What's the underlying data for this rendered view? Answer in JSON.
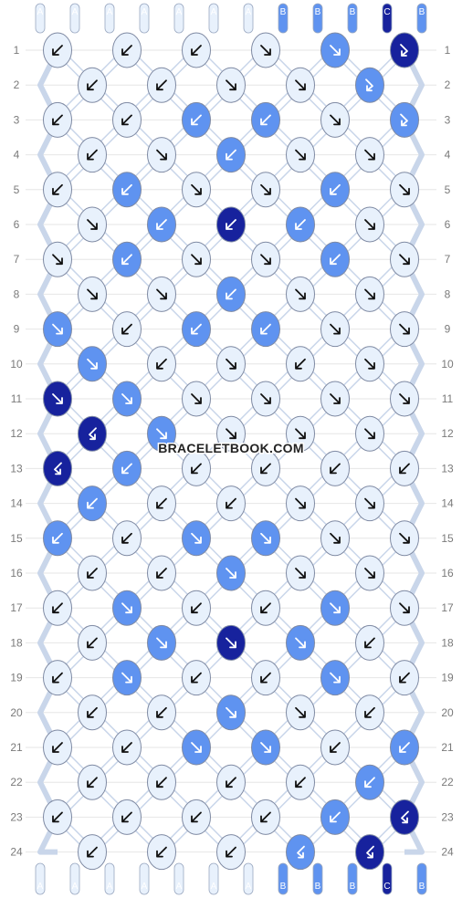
{
  "watermark": "BRACELETBOOK.COM",
  "colors": {
    "A": "#e8f1fc",
    "B": "#5f93f0",
    "C": "#17229d"
  },
  "strands_top": [
    "A",
    "A",
    "A",
    "A",
    "A",
    "A",
    "A",
    "B",
    "B",
    "B",
    "C",
    "B"
  ],
  "strands_bottom": [
    "A",
    "A",
    "A",
    "A",
    "A",
    "A",
    "A",
    "B",
    "B",
    "B",
    "C",
    "B"
  ],
  "row_labels": [
    "1",
    "2",
    "3",
    "4",
    "5",
    "6",
    "7",
    "8",
    "9",
    "10",
    "11",
    "12",
    "13",
    "14",
    "15",
    "16",
    "17",
    "18",
    "19",
    "20",
    "21",
    "22",
    "23",
    "24"
  ],
  "knots": [
    [
      {
        "c": "A",
        "d": "bl"
      },
      {
        "c": "A",
        "d": "bl"
      },
      {
        "c": "A",
        "d": "bl"
      },
      {
        "c": "A",
        "d": "br"
      },
      {
        "c": "B",
        "d": "br"
      },
      {
        "c": "C",
        "d": "fl"
      }
    ],
    [
      {
        "c": "A",
        "d": "bl"
      },
      {
        "c": "A",
        "d": "bl"
      },
      {
        "c": "A",
        "d": "br"
      },
      {
        "c": "A",
        "d": "br"
      },
      {
        "c": "B",
        "d": "fl"
      }
    ],
    [
      {
        "c": "A",
        "d": "bl"
      },
      {
        "c": "A",
        "d": "bl"
      },
      {
        "c": "B",
        "d": "bl"
      },
      {
        "c": "B",
        "d": "bl"
      },
      {
        "c": "A",
        "d": "br"
      },
      {
        "c": "B",
        "d": "fl"
      }
    ],
    [
      {
        "c": "A",
        "d": "bl"
      },
      {
        "c": "A",
        "d": "br"
      },
      {
        "c": "B",
        "d": "bl"
      },
      {
        "c": "A",
        "d": "br"
      },
      {
        "c": "A",
        "d": "br"
      }
    ],
    [
      {
        "c": "A",
        "d": "bl"
      },
      {
        "c": "B",
        "d": "bl"
      },
      {
        "c": "A",
        "d": "br"
      },
      {
        "c": "A",
        "d": "br"
      },
      {
        "c": "B",
        "d": "bl"
      },
      {
        "c": "A",
        "d": "br"
      }
    ],
    [
      {
        "c": "A",
        "d": "br"
      },
      {
        "c": "B",
        "d": "bl"
      },
      {
        "c": "C",
        "d": "bl"
      },
      {
        "c": "B",
        "d": "bl"
      },
      {
        "c": "A",
        "d": "br"
      }
    ],
    [
      {
        "c": "A",
        "d": "br"
      },
      {
        "c": "B",
        "d": "bl"
      },
      {
        "c": "A",
        "d": "br"
      },
      {
        "c": "A",
        "d": "br"
      },
      {
        "c": "B",
        "d": "bl"
      },
      {
        "c": "A",
        "d": "br"
      }
    ],
    [
      {
        "c": "A",
        "d": "br"
      },
      {
        "c": "A",
        "d": "br"
      },
      {
        "c": "B",
        "d": "bl"
      },
      {
        "c": "A",
        "d": "br"
      },
      {
        "c": "A",
        "d": "br"
      }
    ],
    [
      {
        "c": "B",
        "d": "br"
      },
      {
        "c": "A",
        "d": "bl"
      },
      {
        "c": "B",
        "d": "bl"
      },
      {
        "c": "B",
        "d": "bl"
      },
      {
        "c": "A",
        "d": "br"
      },
      {
        "c": "A",
        "d": "br"
      }
    ],
    [
      {
        "c": "B",
        "d": "br"
      },
      {
        "c": "A",
        "d": "bl"
      },
      {
        "c": "A",
        "d": "br"
      },
      {
        "c": "A",
        "d": "bl"
      },
      {
        "c": "A",
        "d": "br"
      }
    ],
    [
      {
        "c": "C",
        "d": "br"
      },
      {
        "c": "B",
        "d": "br"
      },
      {
        "c": "A",
        "d": "br"
      },
      {
        "c": "A",
        "d": "br"
      },
      {
        "c": "A",
        "d": "br"
      },
      {
        "c": "A",
        "d": "br"
      }
    ],
    [
      {
        "c": "C",
        "d": "fr"
      },
      {
        "c": "B",
        "d": "br"
      },
      {
        "c": "A",
        "d": "br"
      },
      {
        "c": "A",
        "d": "br"
      },
      {
        "c": "A",
        "d": "br"
      }
    ],
    [
      {
        "c": "C",
        "d": "fr"
      },
      {
        "c": "B",
        "d": "bl"
      },
      {
        "c": "A",
        "d": "bl"
      },
      {
        "c": "A",
        "d": "bl"
      },
      {
        "c": "A",
        "d": "bl"
      },
      {
        "c": "A",
        "d": "bl"
      }
    ],
    [
      {
        "c": "B",
        "d": "bl"
      },
      {
        "c": "A",
        "d": "bl"
      },
      {
        "c": "A",
        "d": "bl"
      },
      {
        "c": "A",
        "d": "br"
      },
      {
        "c": "A",
        "d": "br"
      }
    ],
    [
      {
        "c": "B",
        "d": "bl"
      },
      {
        "c": "A",
        "d": "bl"
      },
      {
        "c": "B",
        "d": "br"
      },
      {
        "c": "B",
        "d": "br"
      },
      {
        "c": "A",
        "d": "br"
      },
      {
        "c": "A",
        "d": "br"
      }
    ],
    [
      {
        "c": "A",
        "d": "bl"
      },
      {
        "c": "A",
        "d": "bl"
      },
      {
        "c": "B",
        "d": "br"
      },
      {
        "c": "A",
        "d": "br"
      },
      {
        "c": "A",
        "d": "br"
      }
    ],
    [
      {
        "c": "A",
        "d": "bl"
      },
      {
        "c": "B",
        "d": "br"
      },
      {
        "c": "A",
        "d": "bl"
      },
      {
        "c": "A",
        "d": "bl"
      },
      {
        "c": "B",
        "d": "br"
      },
      {
        "c": "A",
        "d": "br"
      }
    ],
    [
      {
        "c": "A",
        "d": "bl"
      },
      {
        "c": "B",
        "d": "br"
      },
      {
        "c": "C",
        "d": "br"
      },
      {
        "c": "B",
        "d": "br"
      },
      {
        "c": "A",
        "d": "bl"
      }
    ],
    [
      {
        "c": "A",
        "d": "bl"
      },
      {
        "c": "B",
        "d": "br"
      },
      {
        "c": "A",
        "d": "bl"
      },
      {
        "c": "A",
        "d": "bl"
      },
      {
        "c": "B",
        "d": "br"
      },
      {
        "c": "A",
        "d": "bl"
      }
    ],
    [
      {
        "c": "A",
        "d": "bl"
      },
      {
        "c": "A",
        "d": "bl"
      },
      {
        "c": "B",
        "d": "br"
      },
      {
        "c": "A",
        "d": "br"
      },
      {
        "c": "A",
        "d": "bl"
      }
    ],
    [
      {
        "c": "A",
        "d": "bl"
      },
      {
        "c": "A",
        "d": "bl"
      },
      {
        "c": "B",
        "d": "br"
      },
      {
        "c": "B",
        "d": "br"
      },
      {
        "c": "A",
        "d": "bl"
      },
      {
        "c": "B",
        "d": "bl"
      }
    ],
    [
      {
        "c": "A",
        "d": "bl"
      },
      {
        "c": "A",
        "d": "bl"
      },
      {
        "c": "A",
        "d": "bl"
      },
      {
        "c": "A",
        "d": "bl"
      },
      {
        "c": "B",
        "d": "bl"
      }
    ],
    [
      {
        "c": "A",
        "d": "bl"
      },
      {
        "c": "A",
        "d": "bl"
      },
      {
        "c": "A",
        "d": "bl"
      },
      {
        "c": "A",
        "d": "bl"
      },
      {
        "c": "B",
        "d": "bl"
      },
      {
        "c": "C",
        "d": "fr"
      }
    ],
    [
      {
        "c": "A",
        "d": "bl"
      },
      {
        "c": "A",
        "d": "bl"
      },
      {
        "c": "A",
        "d": "bl"
      },
      {
        "c": "B",
        "d": "fr"
      },
      {
        "c": "C",
        "d": "fr"
      }
    ]
  ]
}
